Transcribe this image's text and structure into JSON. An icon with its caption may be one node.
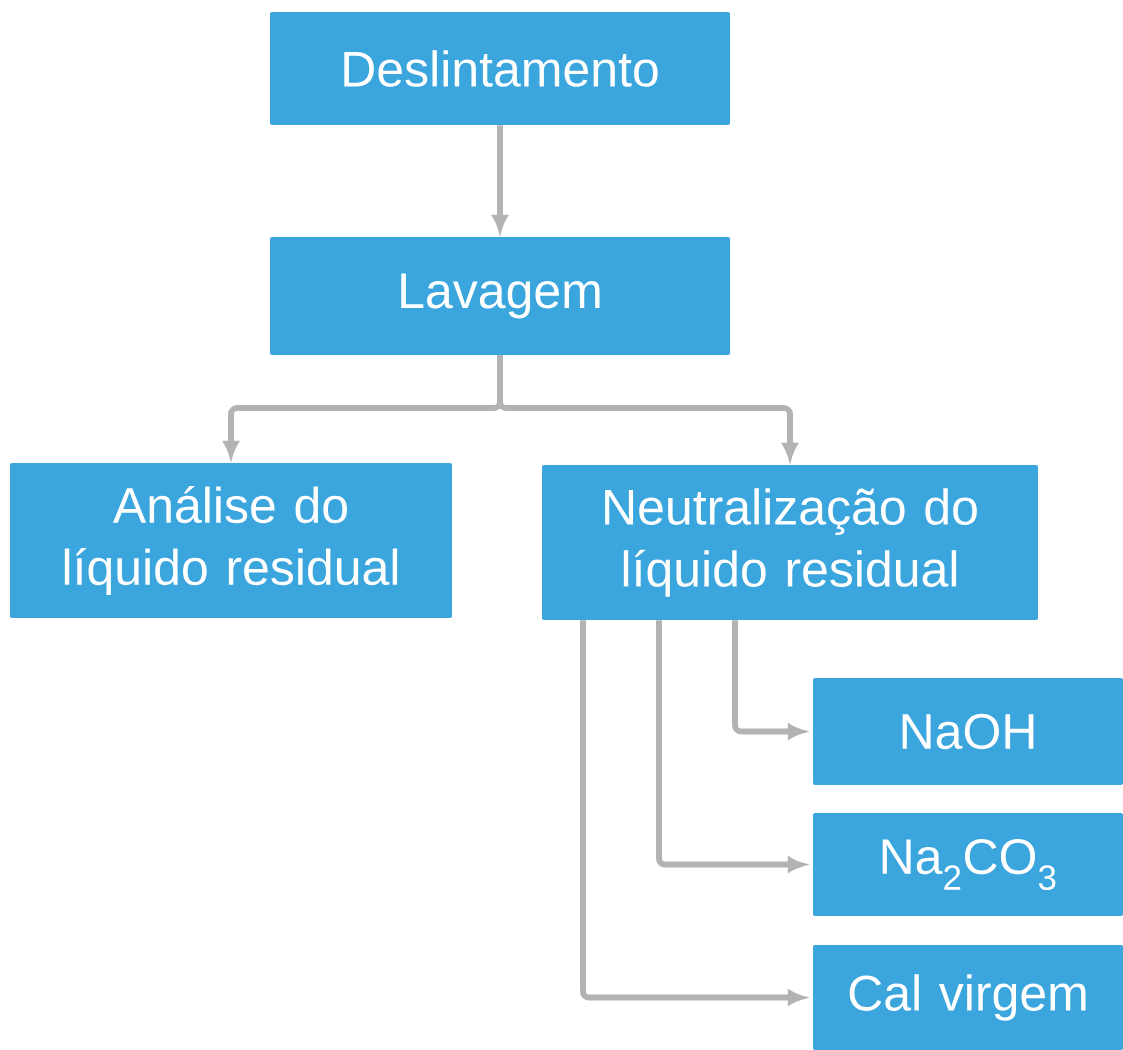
{
  "diagram": {
    "nodes": [
      {
        "text": [
          "Deslintamento"
        ]
      },
      {
        "text": [
          "Lavagem"
        ]
      },
      {
        "text": [
          "Análise do líquido residual"
        ]
      },
      {
        "text": [
          "Neutralização do líquido residual"
        ]
      },
      {
        "text": [
          "NaOH"
        ]
      },
      {
        "text": [
          "Na$_{2}$CO$_{3}$"
        ]
      },
      {
        "text": [
          "Cal virgem"
        ]
      }
    ],
    "edges": [
      {
        "from": 0,
        "to": 1,
        "arrow": "to"
      },
      {
        "from": 1,
        "to": 2,
        "arrow": "to"
      },
      {
        "from": 1,
        "to": 3,
        "arrow": "to"
      },
      {
        "from": 3,
        "to": 4,
        "arrow": "to"
      },
      {
        "from": 3,
        "to": 5,
        "arrow": "to"
      },
      {
        "from": 3,
        "to": 6,
        "arrow": "to"
      }
    ]
  }
}
